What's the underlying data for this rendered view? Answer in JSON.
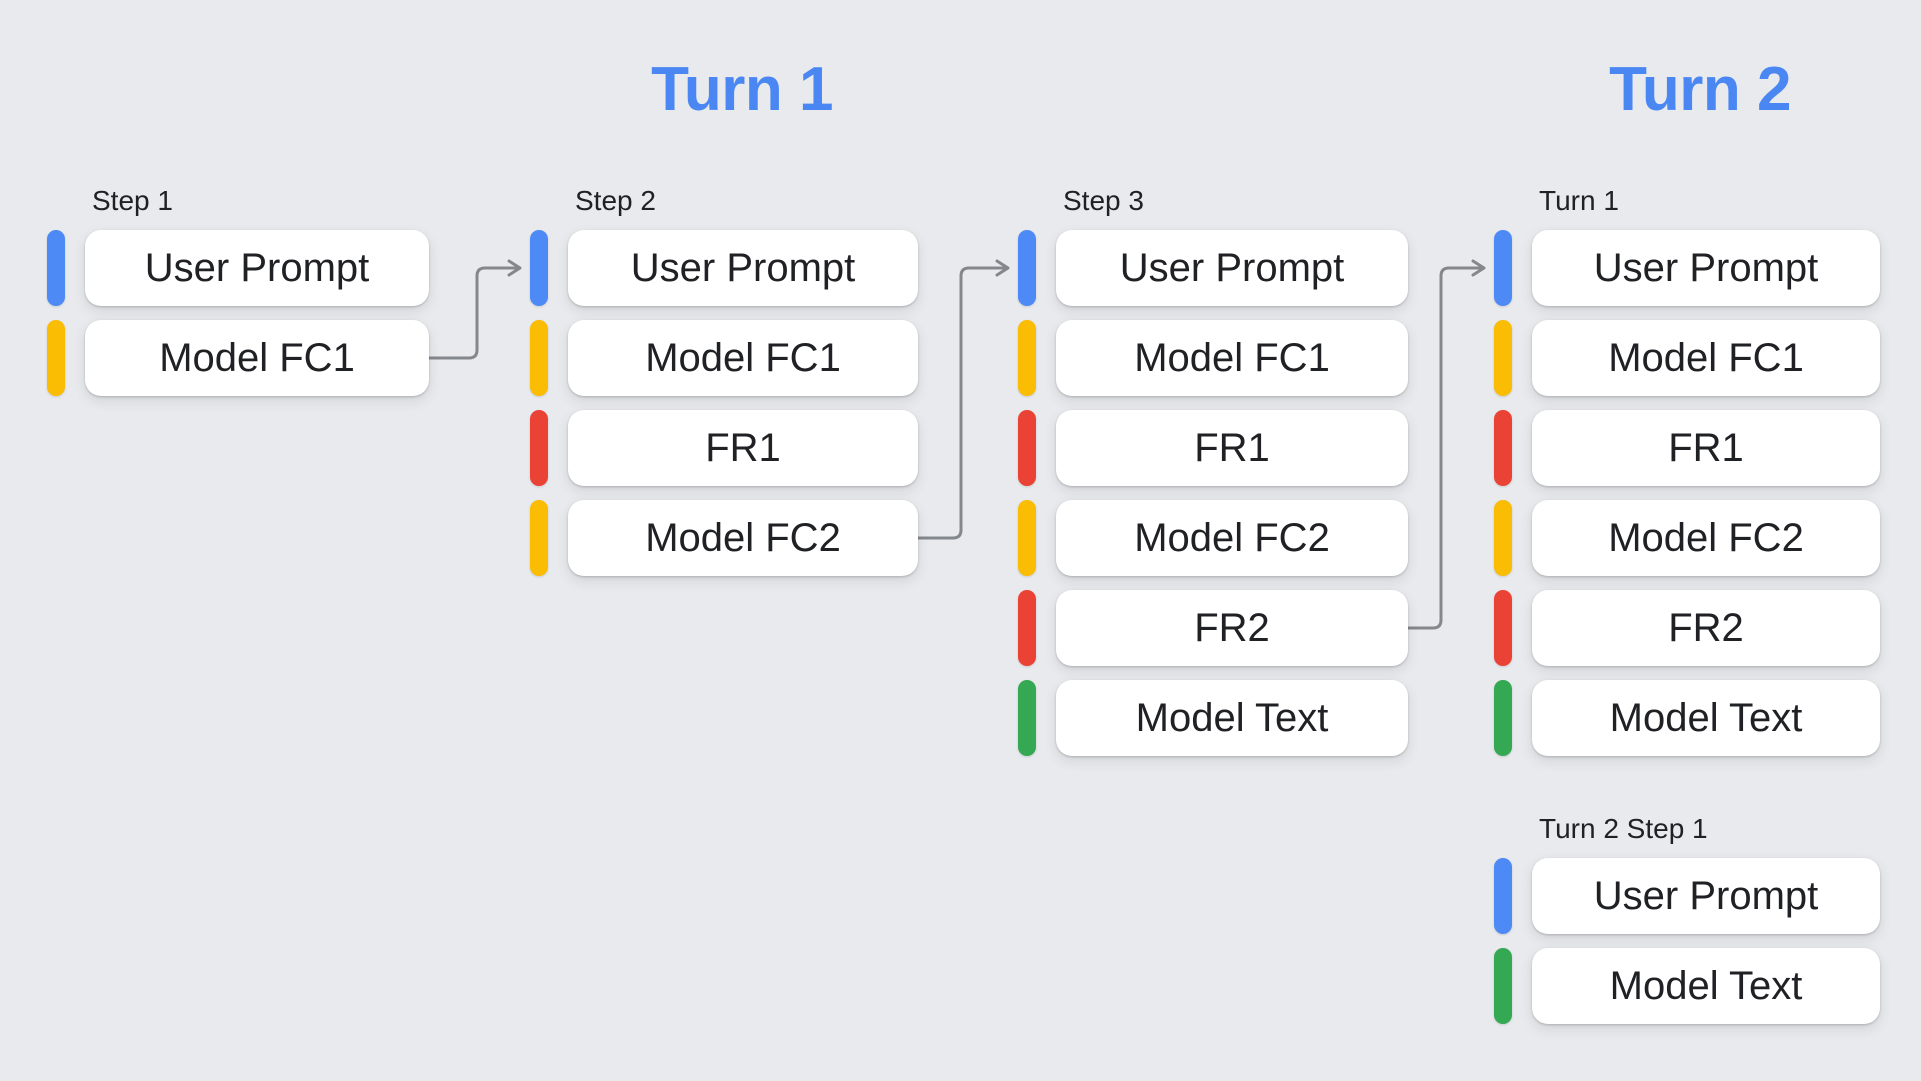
{
  "titles": {
    "turn1": "Turn 1",
    "turn2": "Turn 2"
  },
  "palette": {
    "background": "#e8eaed",
    "title_blue": "#4b87f3",
    "arrow_gray": "#84888d",
    "label_text": "#202124",
    "card_text": "#202124",
    "card_bg": "#ffffff",
    "user_prompt": "#4d8af5",
    "model_fc": "#fbbc04",
    "function_response": "#ea4335",
    "model_text": "#34a853"
  },
  "legend_semantics": {
    "user_prompt": "blue-bar",
    "model_fc": "yellow-bar",
    "function_response": "red-bar",
    "model_text": "green-bar"
  },
  "columns": [
    {
      "label": "Step 1",
      "items": [
        {
          "text": "User Prompt",
          "type": "user_prompt"
        },
        {
          "text": "Model FC1",
          "type": "model_fc"
        }
      ]
    },
    {
      "label": "Step 2",
      "items": [
        {
          "text": "User Prompt",
          "type": "user_prompt"
        },
        {
          "text": "Model FC1",
          "type": "model_fc"
        },
        {
          "text": "FR1",
          "type": "function_response"
        },
        {
          "text": "Model FC2",
          "type": "model_fc"
        }
      ]
    },
    {
      "label": "Step 3",
      "items": [
        {
          "text": "User Prompt",
          "type": "user_prompt"
        },
        {
          "text": "Model FC1",
          "type": "model_fc"
        },
        {
          "text": "FR1",
          "type": "function_response"
        },
        {
          "text": "Model FC2",
          "type": "model_fc"
        },
        {
          "text": "FR2",
          "type": "function_response"
        },
        {
          "text": "Model Text",
          "type": "model_text"
        }
      ]
    },
    {
      "label": "Turn 1",
      "items": [
        {
          "text": "User Prompt",
          "type": "user_prompt"
        },
        {
          "text": "Model FC1",
          "type": "model_fc"
        },
        {
          "text": "FR1",
          "type": "function_response"
        },
        {
          "text": "Model FC2",
          "type": "model_fc"
        },
        {
          "text": "FR2",
          "type": "function_response"
        },
        {
          "text": "Model Text",
          "type": "model_text"
        }
      ]
    },
    {
      "label": "Turn 2 Step 1",
      "items": [
        {
          "text": "User Prompt",
          "type": "user_prompt"
        },
        {
          "text": "Model Text",
          "type": "model_text"
        }
      ]
    }
  ],
  "arrows": [
    {
      "from": "Step 1 / Model FC1",
      "to": "Step 2 / User Prompt"
    },
    {
      "from": "Step 2 / Model FC2",
      "to": "Step 3 / User Prompt"
    },
    {
      "from": "Step 3 / FR2",
      "to": "Turn 1 / User Prompt"
    }
  ]
}
